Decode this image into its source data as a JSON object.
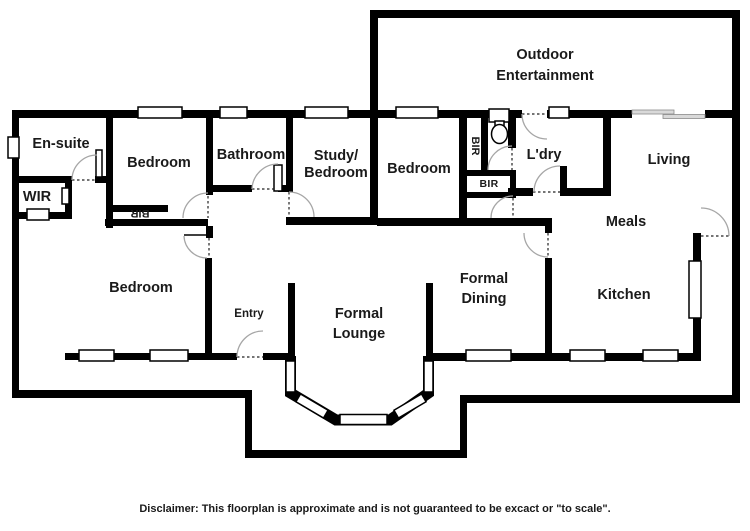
{
  "colors": {
    "wall": "#000000",
    "door_arc": "#a6a6a6",
    "opening_dash": "#222222",
    "window_fill": "#ffffff",
    "label": "#1a1a1a",
    "background": "#ffffff"
  },
  "rooms": {
    "ensuite": "En-suite",
    "wir": "WIR",
    "bedroom1": "Bedroom",
    "bathroom": "Bathroom",
    "study_line1": "Study/",
    "study_line2": "Bedroom",
    "bedroom3": "Bedroom",
    "outdoor_line1": "Outdoor",
    "outdoor_line2": "Entertainment",
    "ldry": "L'dry",
    "living": "Living",
    "meals": "Meals",
    "kitchen": "Kitchen",
    "dining_line1": "Formal",
    "dining_line2": "Dining",
    "lounge_line1": "Formal",
    "lounge_line2": "Lounge",
    "bedroom2": "Bedroom",
    "entry": "Entry",
    "bir": "BIR"
  },
  "disclaimer": "Disclaimer: This floorplan is approximate and is not guaranteed to be excact or \"to scale\"."
}
